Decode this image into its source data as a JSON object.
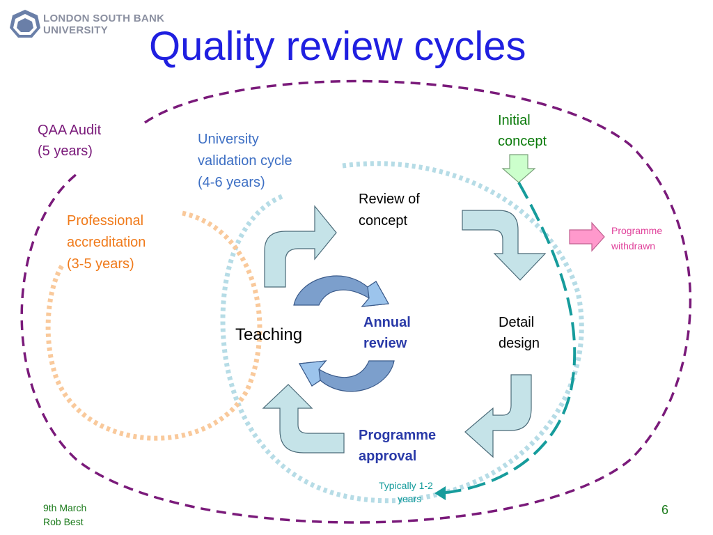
{
  "header": {
    "logo_line1": "LONDON SOUTH BANK",
    "logo_line2": "UNIVERSITY",
    "title": "Quality review cycles"
  },
  "labels": {
    "qaa_line1": "QAA Audit",
    "qaa_line2": "(5 years)",
    "univ_line1": "University",
    "univ_line2": "validation cycle",
    "univ_line3": "(4-6 years)",
    "prof_line1": "Professional",
    "prof_line2": "accreditation",
    "prof_line3": "(3-5 years)",
    "initial_line1": "Initial",
    "initial_line2": "concept",
    "review_line1": "Review of",
    "review_line2": "concept",
    "withdrawn_line1": "Programme",
    "withdrawn_line2": "withdrawn",
    "teaching": "Teaching",
    "annual_line1": "Annual",
    "annual_line2": "review",
    "detail_line1": "Detail",
    "detail_line2": "design",
    "approval_line1": "Programme",
    "approval_line2": "approval",
    "typically_line1": "Typically 1-2",
    "typically_line2": "years"
  },
  "footer": {
    "date": "9th March",
    "author": "Rob Best",
    "page_number": "6"
  },
  "colors": {
    "title": "#1f1fe0",
    "qaa": "#7a1a7a",
    "university": "#3d6fc4",
    "professional": "#f07a1a",
    "initial": "#0a7a0a",
    "withdrawn": "#e0409a",
    "annual": "#2a3aa8",
    "typically": "#169c9c",
    "footer": "#1a7a1a"
  }
}
